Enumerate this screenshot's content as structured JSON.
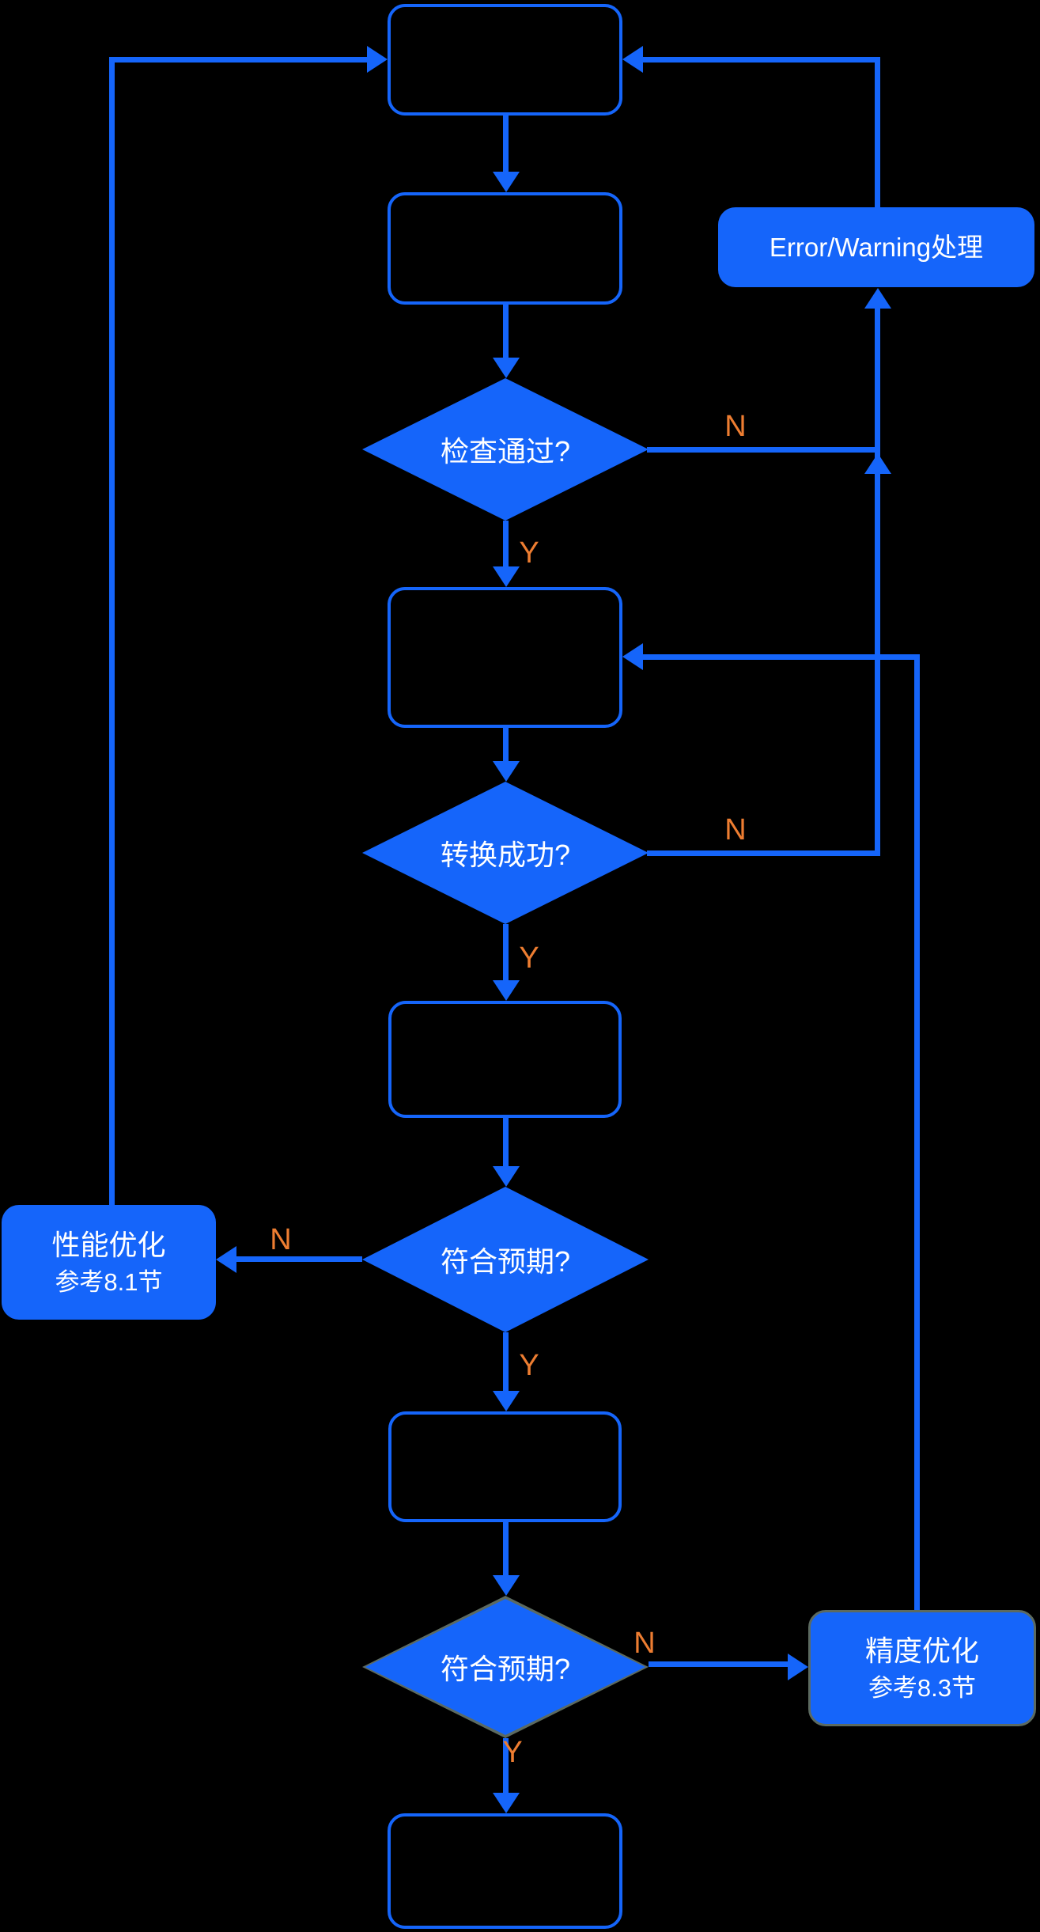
{
  "diagram": {
    "colors": {
      "background": "#000000",
      "accent_blue": "#1565FA",
      "label_orange": "#ED7D31",
      "text_white": "#FFFFFF",
      "muted_border": "#5C6A60"
    },
    "nodes": {
      "decision_check": "检查通过?",
      "decision_convert": "转换成功?",
      "decision_expect_perf": "符合预期?",
      "decision_expect_prec": "符合预期?",
      "error_handler": "Error/Warning处理",
      "perf_opt_line1": "性能优化",
      "perf_opt_line2": "参考8.1节",
      "prec_opt_line1": "精度优化",
      "prec_opt_line2": "参考8.3节"
    },
    "edge_labels": {
      "yes": "Y",
      "no": "N"
    }
  }
}
